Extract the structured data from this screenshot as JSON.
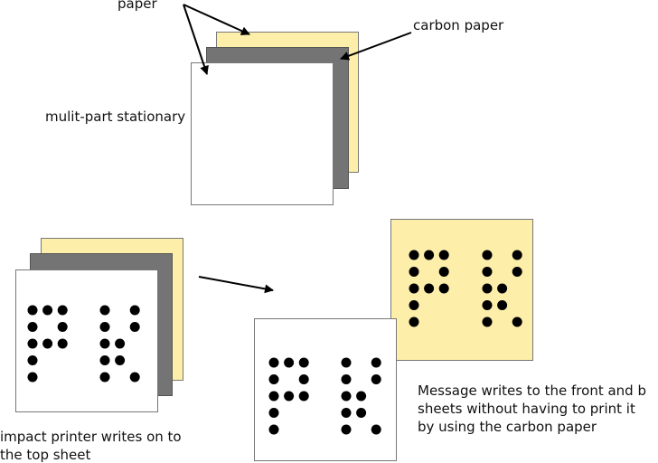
{
  "labels": {
    "paper": "paper",
    "carbon_paper": "carbon paper",
    "multipart": "mulit-part stationary",
    "impact_line1": "impact printer writes on to",
    "impact_line2": "the top sheet",
    "message_line1": "Message writes to the front and b",
    "message_line2": "sheets without having to print it",
    "message_line3": "by using the carbon paper"
  },
  "colors": {
    "paper_yellow": "#fdeeaa",
    "carbon_gray": "#747474",
    "sheet_white": "#ffffff",
    "outline": "#666666",
    "ink": "#000000"
  },
  "dot_letters": {
    "P": [
      [
        1,
        1,
        1
      ],
      [
        1,
        0,
        1
      ],
      [
        1,
        1,
        1
      ],
      [
        1,
        0,
        0
      ],
      [
        1,
        0,
        0
      ]
    ],
    "K": [
      [
        1,
        0,
        1
      ],
      [
        1,
        0,
        1
      ],
      [
        1,
        1,
        0
      ],
      [
        1,
        1,
        0
      ],
      [
        1,
        0,
        1
      ]
    ]
  }
}
